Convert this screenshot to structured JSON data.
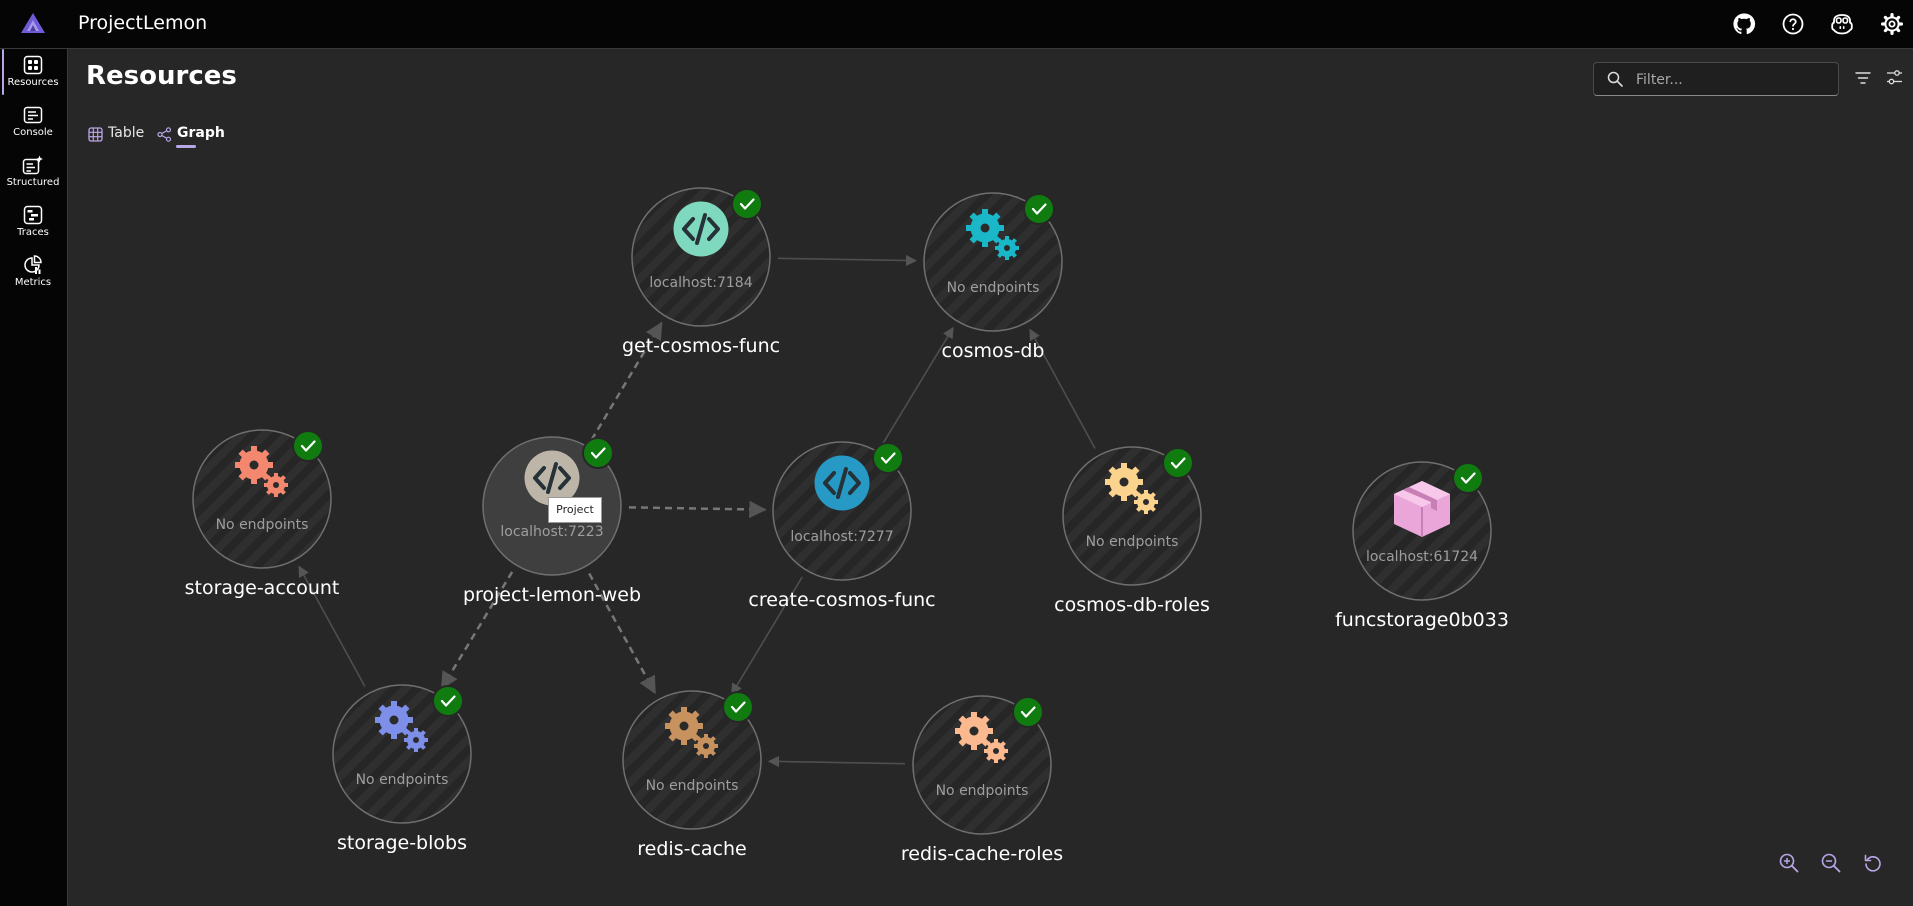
{
  "app": {
    "title": "ProjectLemon"
  },
  "header": {
    "icons": [
      "github-icon",
      "help-icon",
      "copilot-icon",
      "settings-icon"
    ]
  },
  "sidebar": {
    "items": [
      {
        "label": "Resources",
        "icon": "resources-icon",
        "active": true
      },
      {
        "label": "Console",
        "icon": "console-icon",
        "active": false
      },
      {
        "label": "Structured",
        "icon": "structured-icon",
        "active": false
      },
      {
        "label": "Traces",
        "icon": "traces-icon",
        "active": false
      },
      {
        "label": "Metrics",
        "icon": "metrics-icon",
        "active": false
      }
    ]
  },
  "page": {
    "title": "Resources",
    "tabs": [
      {
        "label": "Table",
        "active": false
      },
      {
        "label": "Graph",
        "active": true
      }
    ],
    "filter": {
      "placeholder": "Filter...",
      "value": ""
    }
  },
  "graph": {
    "tooltip": "Project",
    "nodes": [
      {
        "id": "get-cosmos-func",
        "name": "get-cosmos-func",
        "endpoint": "localhost:7184",
        "icon": "code-icon",
        "color": "#7fd9be",
        "state": "running"
      },
      {
        "id": "cosmos-db",
        "name": "cosmos-db",
        "endpoint": "No endpoints",
        "icon": "gears-icon",
        "color": "#1ab7c9",
        "state": "running"
      },
      {
        "id": "storage-account",
        "name": "storage-account",
        "endpoint": "No endpoints",
        "icon": "gears-icon",
        "color": "#f3886f",
        "state": "running"
      },
      {
        "id": "project-lemon-web",
        "name": "project-lemon-web",
        "endpoint": "localhost:7223",
        "icon": "code-icon",
        "color": "#bdb6a8",
        "state": "running"
      },
      {
        "id": "create-cosmos-func",
        "name": "create-cosmos-func",
        "endpoint": "localhost:7277",
        "icon": "code-icon",
        "color": "#2799c5",
        "state": "running"
      },
      {
        "id": "cosmos-db-roles",
        "name": "cosmos-db-roles",
        "endpoint": "No endpoints",
        "icon": "gears-icon",
        "color": "#fcd38c",
        "state": "running"
      },
      {
        "id": "funcstorage0b033",
        "name": "funcstorage0b033",
        "endpoint": "localhost:61724",
        "icon": "package-icon",
        "color": "#eba6d9",
        "state": "running"
      },
      {
        "id": "storage-blobs",
        "name": "storage-blobs",
        "endpoint": "No endpoints",
        "icon": "gears-icon",
        "color": "#7d8fe8",
        "state": "running"
      },
      {
        "id": "redis-cache",
        "name": "redis-cache",
        "endpoint": "No endpoints",
        "icon": "gears-icon",
        "color": "#c8925f",
        "state": "running"
      },
      {
        "id": "redis-cache-roles",
        "name": "redis-cache-roles",
        "endpoint": "No endpoints",
        "icon": "gears-icon",
        "color": "#fcb88e",
        "state": "running"
      }
    ],
    "edges": [
      {
        "from": "get-cosmos-func",
        "to": "cosmos-db",
        "style": "solid"
      },
      {
        "from": "project-lemon-web",
        "to": "get-cosmos-func",
        "style": "dashed"
      },
      {
        "from": "project-lemon-web",
        "to": "create-cosmos-func",
        "style": "dashed"
      },
      {
        "from": "project-lemon-web",
        "to": "storage-blobs",
        "style": "dashed"
      },
      {
        "from": "project-lemon-web",
        "to": "redis-cache",
        "style": "dashed"
      },
      {
        "from": "create-cosmos-func",
        "to": "cosmos-db",
        "style": "solid"
      },
      {
        "from": "create-cosmos-func",
        "to": "redis-cache",
        "style": "solid"
      },
      {
        "from": "cosmos-db-roles",
        "to": "cosmos-db",
        "style": "solid"
      },
      {
        "from": "storage-blobs",
        "to": "storage-account",
        "style": "solid"
      },
      {
        "from": "redis-cache-roles",
        "to": "redis-cache",
        "style": "solid"
      }
    ]
  },
  "controls": {
    "zoom_in": "zoom-in-icon",
    "zoom_out": "zoom-out-icon",
    "reset": "reset-view-icon"
  }
}
